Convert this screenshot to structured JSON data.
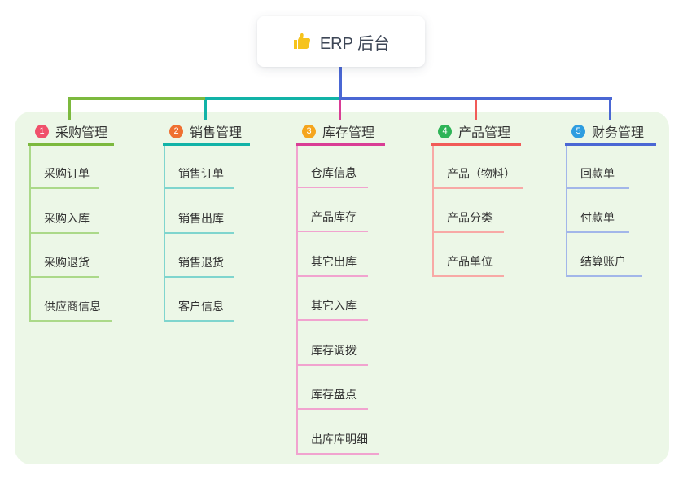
{
  "root": {
    "title": "ERP 后台",
    "icon": "thumbs-up"
  },
  "connector_color": "#4a67d4",
  "panel_color": "#ecf7e7",
  "branches": [
    {
      "badge": "1",
      "label": "采购管理",
      "badge_color": "#f0516b",
      "line_color": "#7cb93e",
      "child_line_color": "#abd989",
      "items": [
        "采购订单",
        "采购入库",
        "采购退货",
        "供应商信息"
      ]
    },
    {
      "badge": "2",
      "label": "销售管理",
      "badge_color": "#ef7031",
      "line_color": "#11b3a7",
      "child_line_color": "#7fd5ce",
      "items": [
        "销售订单",
        "销售出库",
        "销售退货",
        "客户信息"
      ]
    },
    {
      "badge": "3",
      "label": "库存管理",
      "badge_color": "#f5a51d",
      "line_color": "#d93d95",
      "child_line_color": "#f1a3cf",
      "items": [
        "仓库信息",
        "产品库存",
        "其它出库",
        "其它入库",
        "库存调拨",
        "库存盘点",
        "出库库明细"
      ]
    },
    {
      "badge": "4",
      "label": "产品管理",
      "badge_color": "#2eb457",
      "line_color": "#f15b58",
      "child_line_color": "#f8a9a6",
      "items": [
        "产品（物料）",
        "产品分类",
        "产品单位"
      ]
    },
    {
      "badge": "5",
      "label": "财务管理",
      "badge_color": "#2e9de0",
      "line_color": "#4a67d4",
      "child_line_color": "#a2b6e9",
      "items": [
        "回款单",
        "付款单",
        "结算账户"
      ]
    }
  ]
}
